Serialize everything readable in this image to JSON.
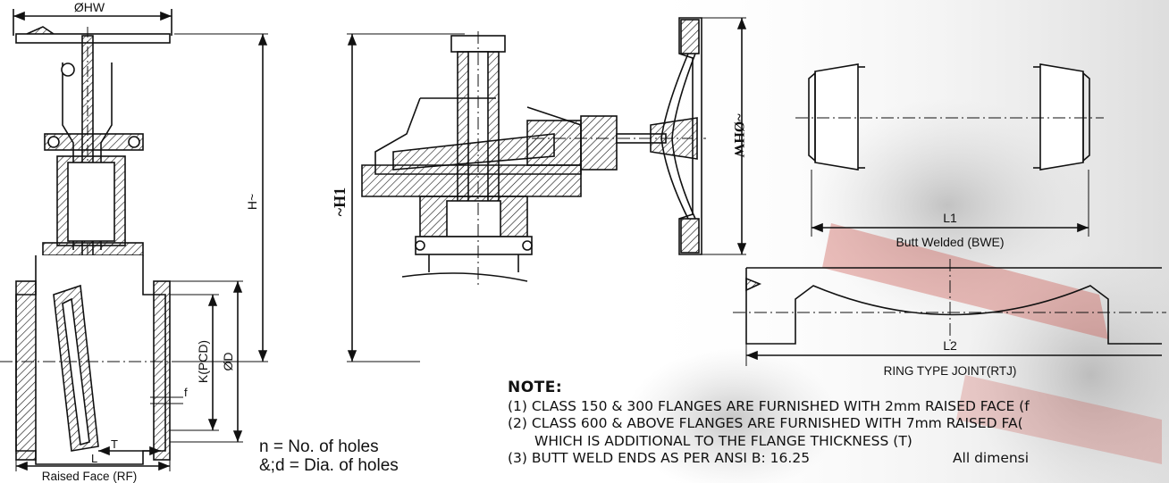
{
  "drawing": {
    "left_view": {
      "handwheel_diameter_label": "ØHW",
      "height_label": "H~",
      "pcd_label": "K(PCD)",
      "outer_diameter_label": "ØD",
      "raised_face_height_label": "f",
      "length_label": "L",
      "thickness_label": "T",
      "caption": "Raised Face (RF)"
    },
    "middle_view": {
      "height_label": "~H1"
    },
    "handwheel_view": {
      "diameter_label": "~ØHW"
    },
    "butt_weld_view": {
      "length_label": "L1",
      "caption": "Butt Welded (BWE)"
    },
    "ring_joint_view": {
      "length_label": "L2",
      "caption": "RING TYPE JOINT(RTJ)"
    }
  },
  "legend": {
    "holes_line": "n = No. of holes",
    "dia_line": "&;d = Dia. of holes"
  },
  "notes": {
    "title": "NOTE:",
    "items": [
      "(1) CLASS 150 & 300 FLANGES  ARE FURNISHED WITH 2mm RAISED FACE (f",
      "(2) CLASS 600 & ABOVE FLANGES ARE  FURNISHED  WITH  7mm  RAISED FA(",
      "WHICH IS ADDITIONAL  TO THE  FLANGE THICKNESS (T)",
      "(3) BUTT WELD ENDS AS PER ANSI B: 16.25",
      "All dimensi"
    ]
  },
  "colors": {
    "line": "#111111",
    "background_photo": "#d9d9d9",
    "accent_red": "#c8473e"
  }
}
